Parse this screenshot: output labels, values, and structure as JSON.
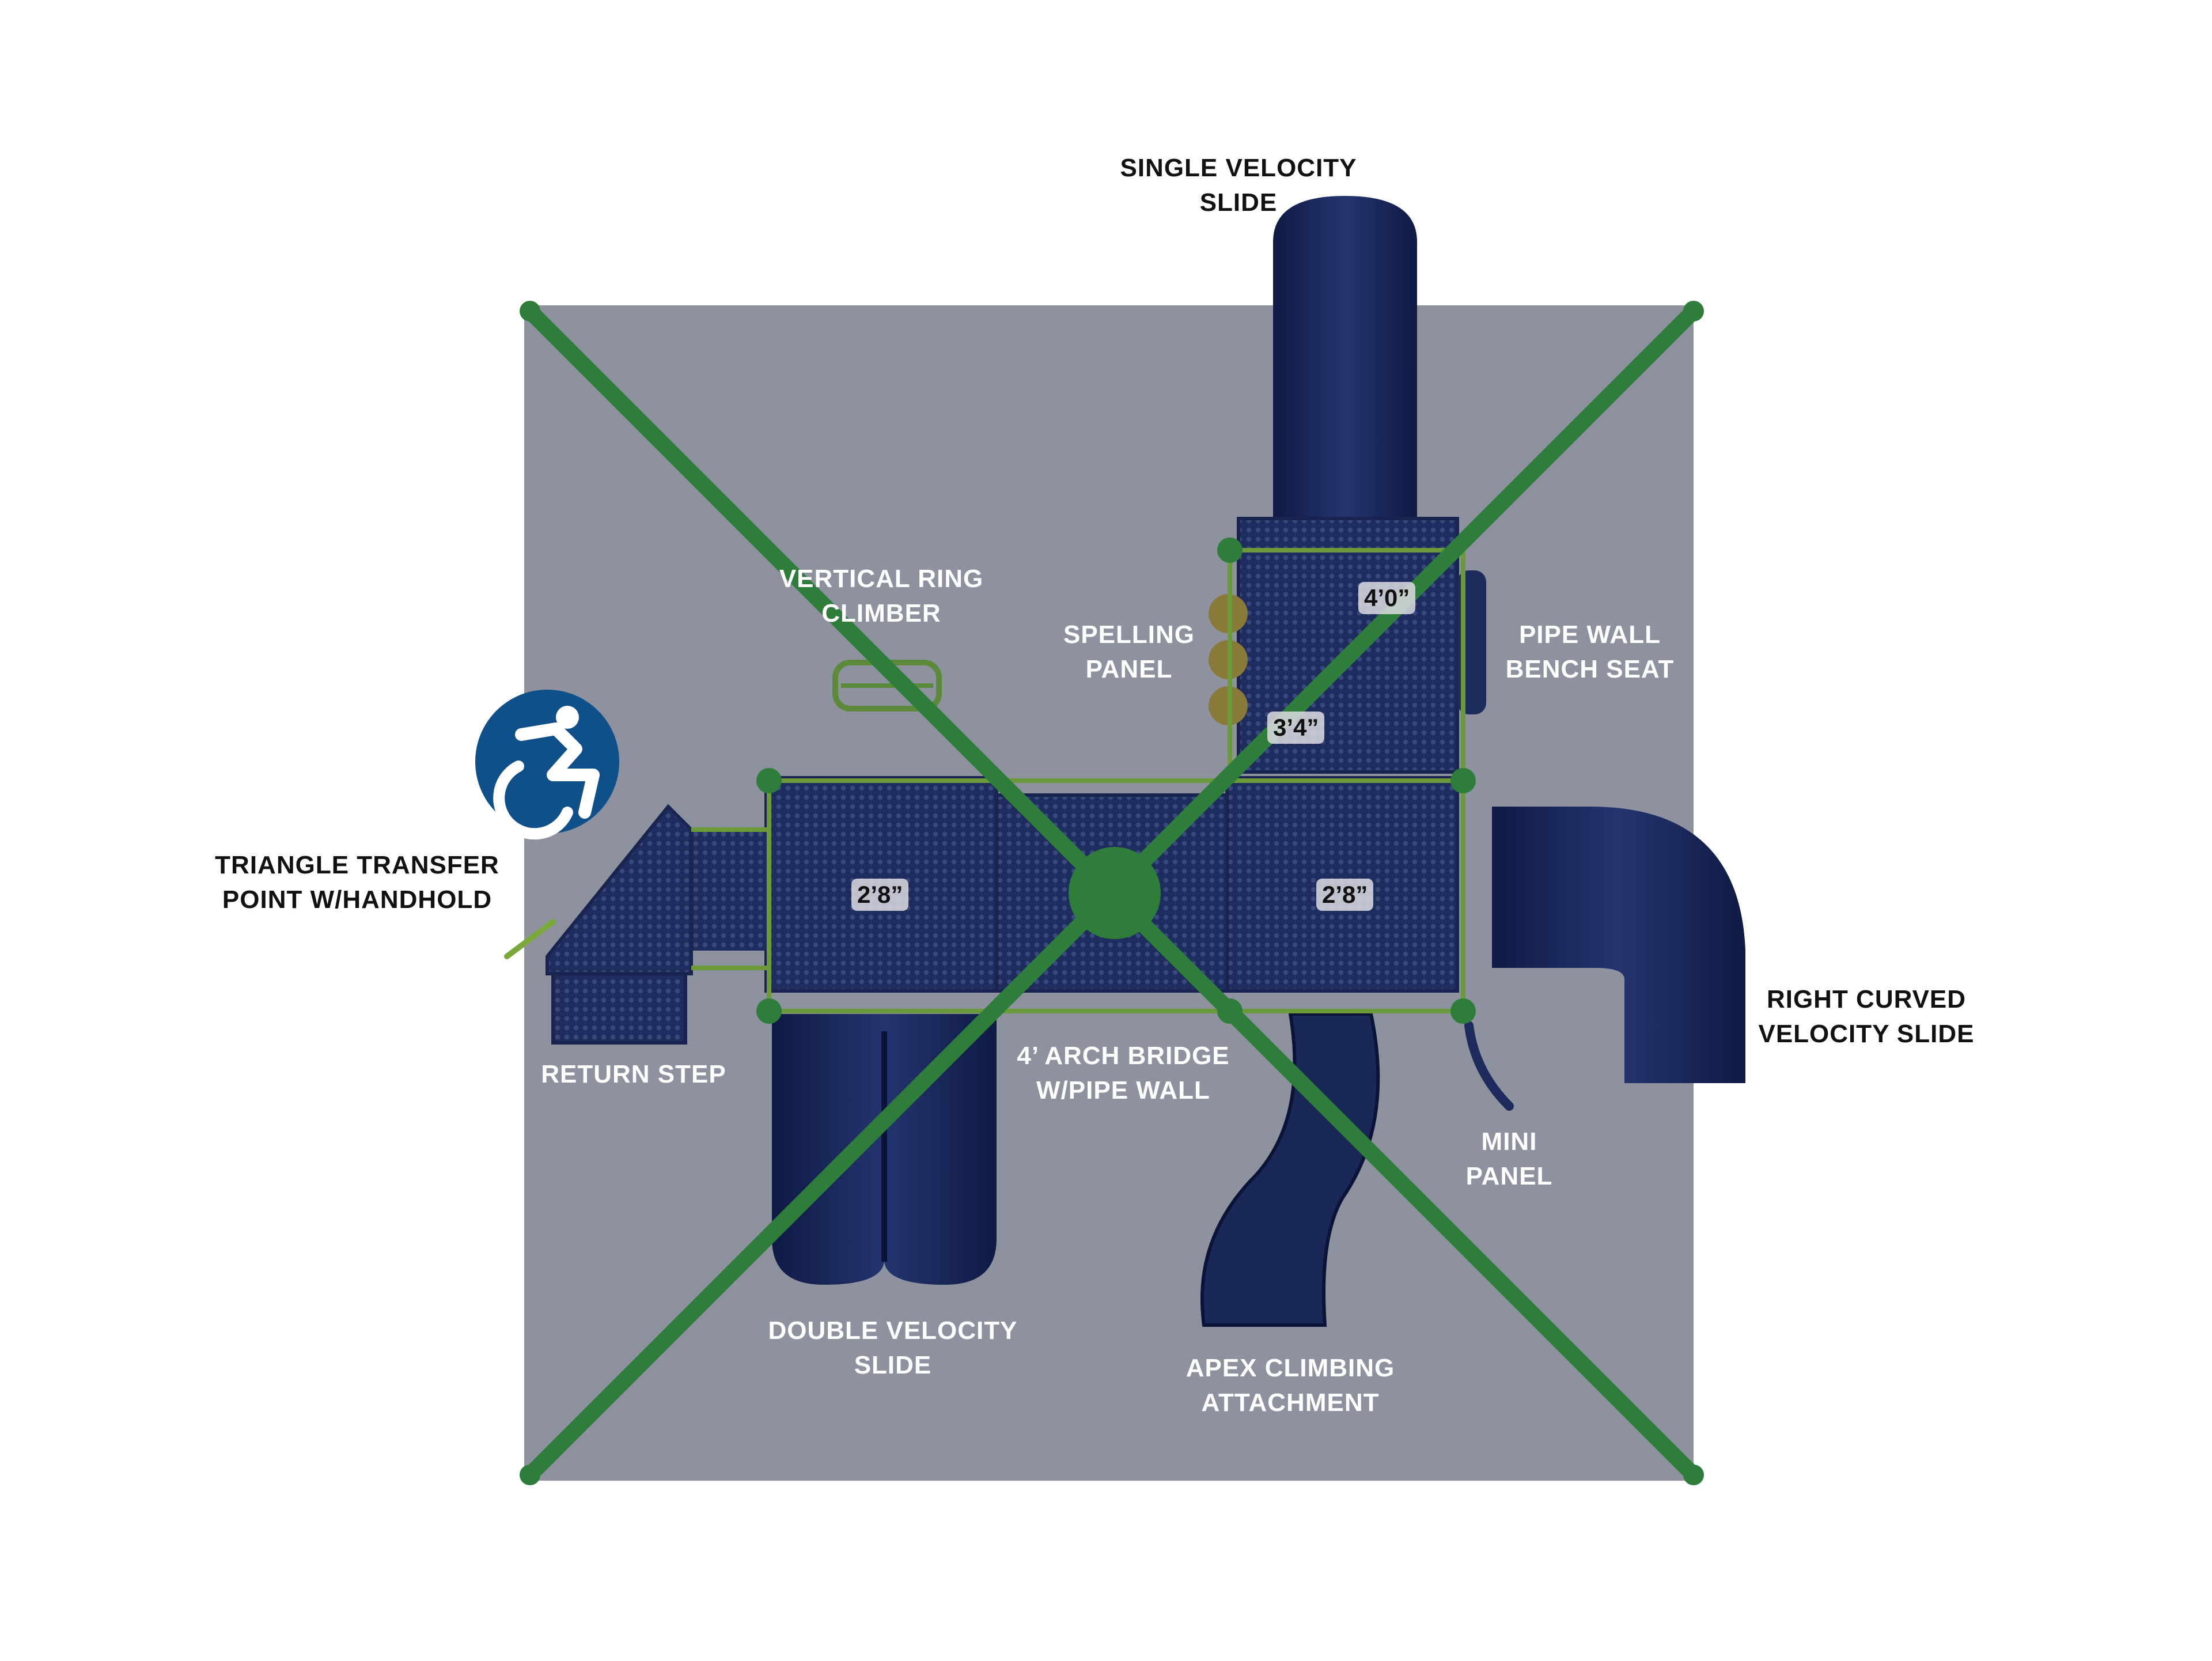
{
  "diagram": {
    "labels": {
      "single_velocity_slide": [
        "SINGLE VELOCITY",
        "SLIDE"
      ],
      "vertical_ring_climber": [
        "VERTICAL RING",
        "CLIMBER"
      ],
      "spelling_panel": [
        "SPELLING",
        "PANEL"
      ],
      "pipe_wall_bench_seat": [
        "PIPE WALL",
        "BENCH SEAT"
      ],
      "triangle_transfer_point": [
        "TRIANGLE TRANSFER",
        "POINT W/HANDHOLD"
      ],
      "return_step": [
        "RETURN STEP"
      ],
      "arch_bridge": [
        "4’ ARCH BRIDGE",
        "W/PIPE WALL"
      ],
      "right_curved_velocity_slide": [
        "RIGHT CURVED",
        "VELOCITY SLIDE"
      ],
      "mini_panel": [
        "MINI",
        "PANEL"
      ],
      "double_velocity_slide": [
        "DOUBLE VELOCITY",
        "SLIDE"
      ],
      "apex_climbing_attachment": [
        "APEX CLIMBING",
        "ATTACHMENT"
      ]
    },
    "dimensions": {
      "deck_top": "4’0”",
      "deck_step": "3’4”",
      "deck_left": "2’8”",
      "deck_right": "2’8”"
    },
    "icons": {
      "accessibility": "wheelchair-accessibility-icon"
    },
    "colors": {
      "safety_zone": "#8e929f",
      "deck_navy": "#1c2a5c",
      "frame_green": "#2e7d3a",
      "accessible_blue": "#0f4f8a"
    }
  }
}
